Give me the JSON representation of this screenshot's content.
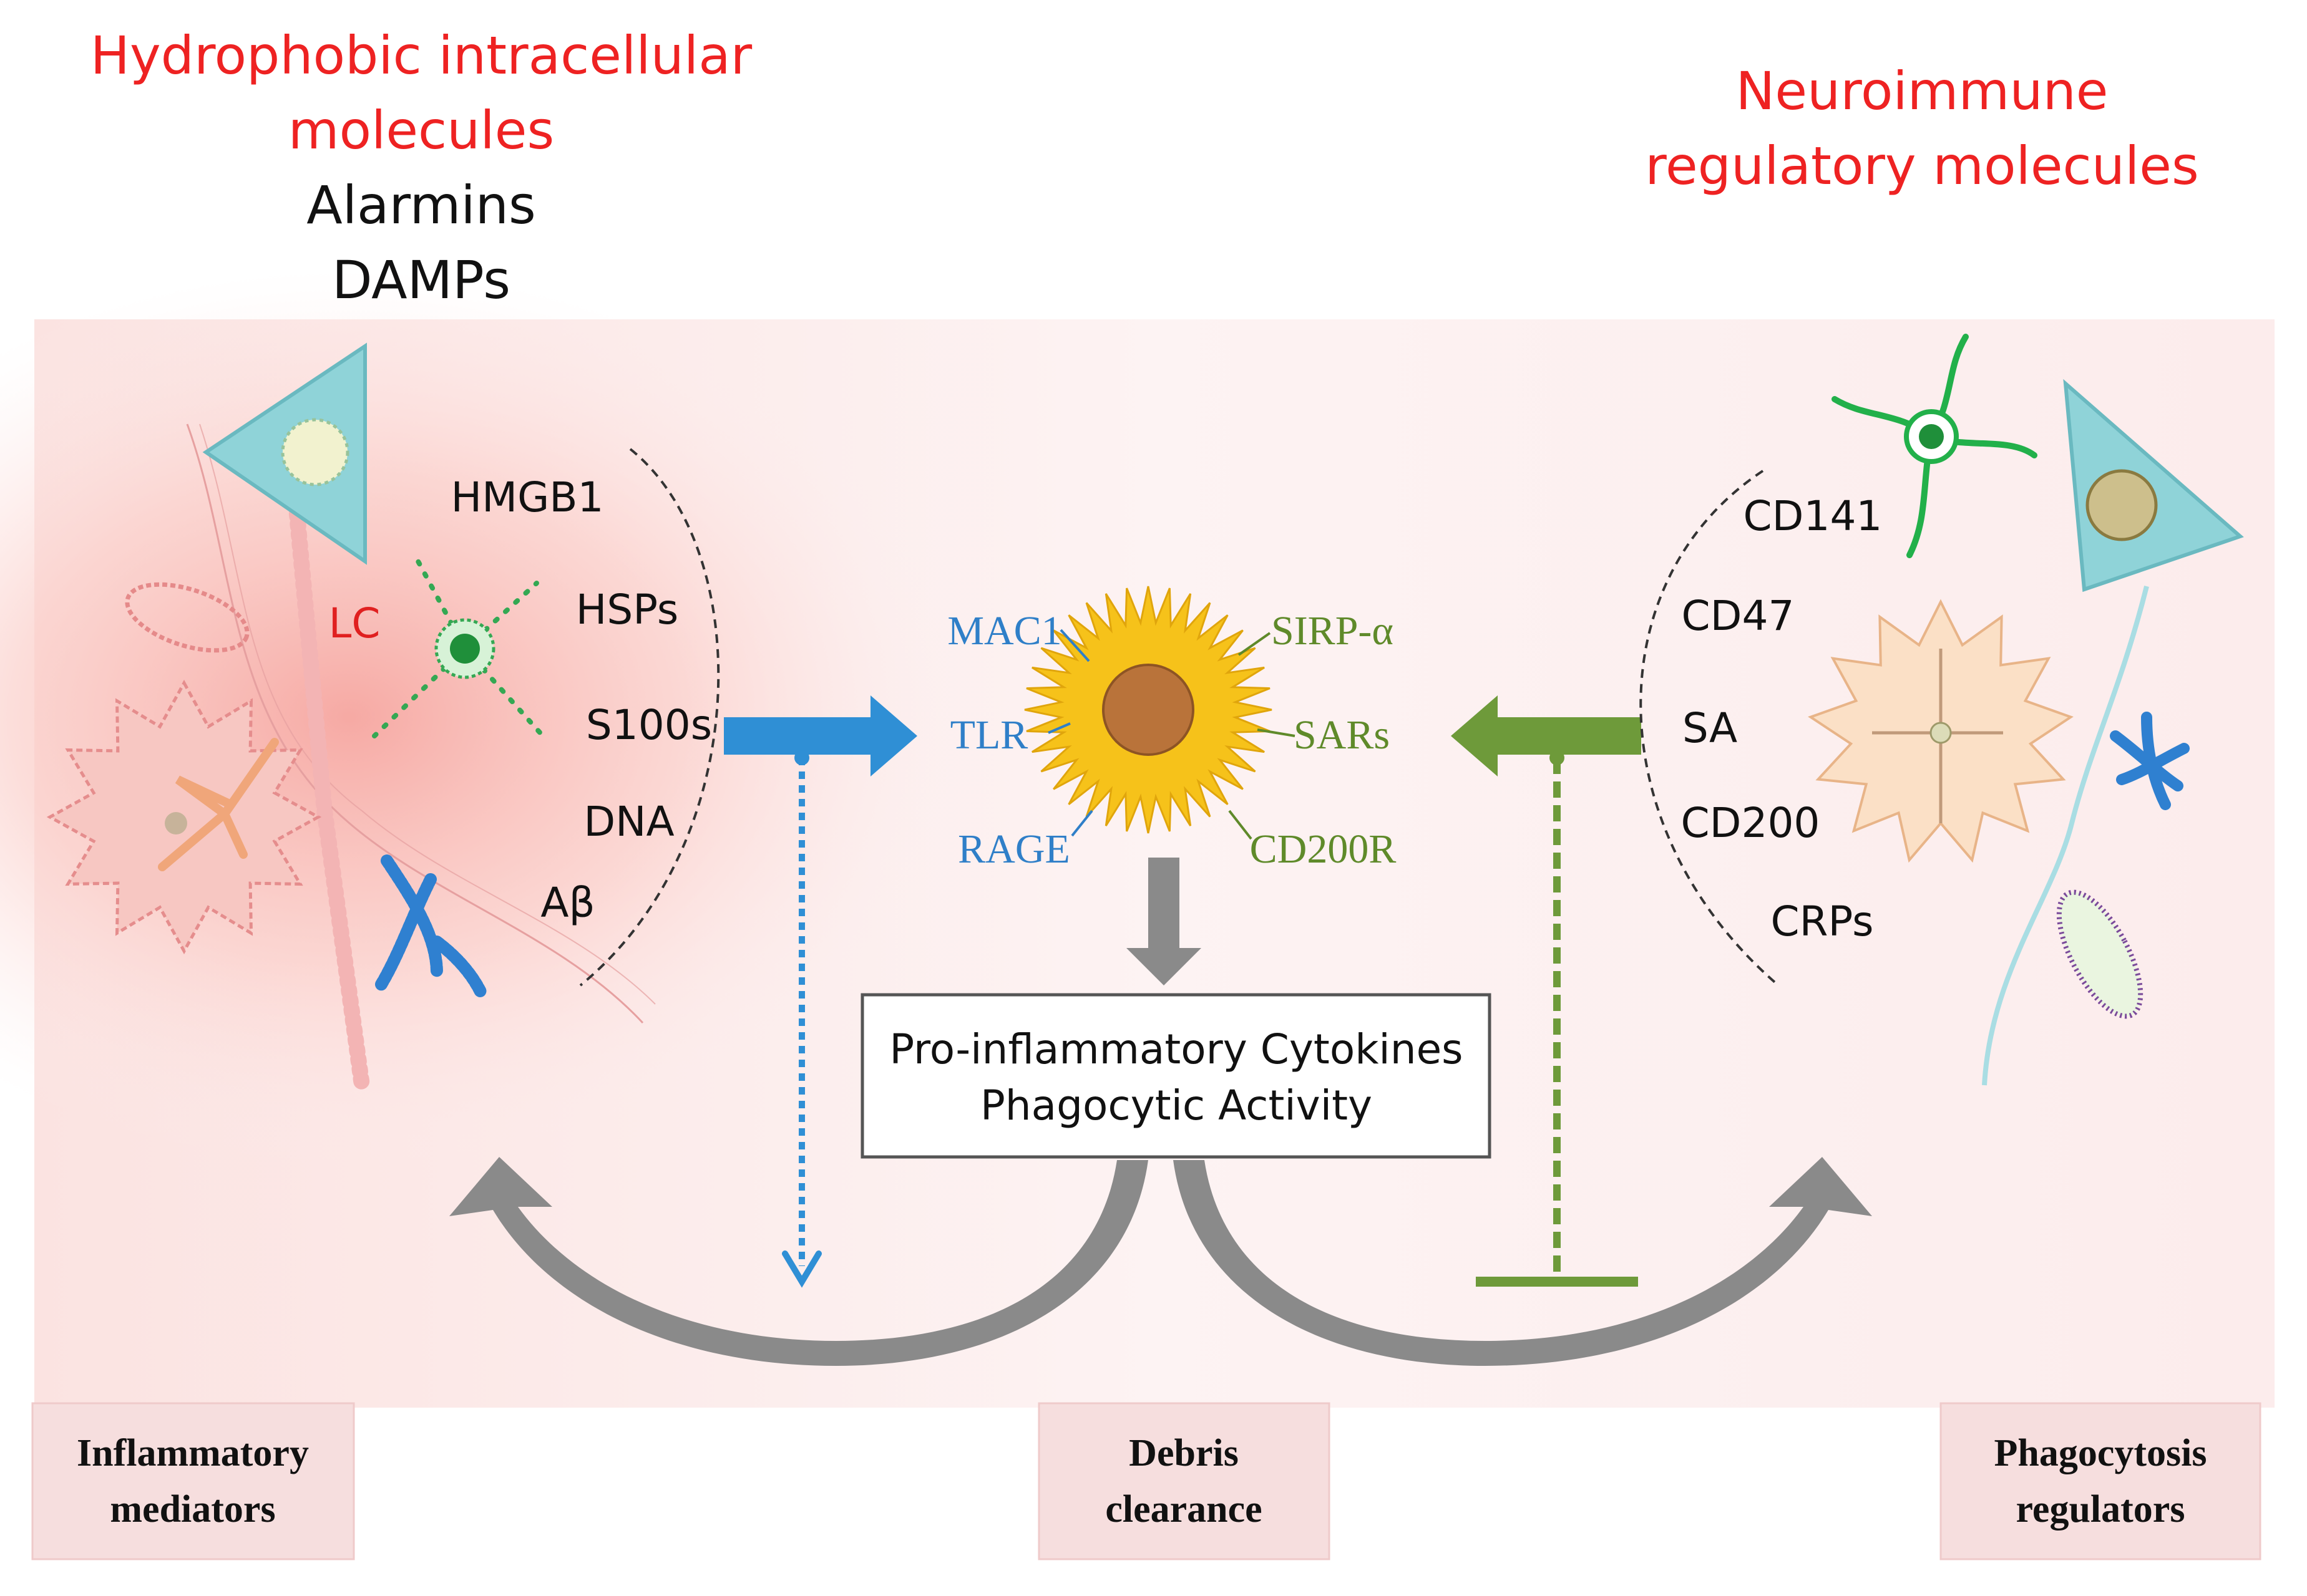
{
  "header": {
    "left_red_line1": "Hydrophobic intracellular",
    "left_red_line2": "molecules",
    "left_black_line1": "Alarmins",
    "left_black_line2": "DAMPs",
    "right_red_line1": "Neuroimmune",
    "right_red_line2": "regulatory molecules"
  },
  "left_group": {
    "cell_label": "LC",
    "items": [
      "HMGB1",
      "HSPs",
      "S100s",
      "DNA",
      "Aβ"
    ]
  },
  "right_group": {
    "items": [
      "CD141",
      "CD47",
      "SA",
      "CD200",
      "CRPs"
    ]
  },
  "microglia": {
    "receptors_left": [
      "MAC1",
      "TLR",
      "RAGE"
    ],
    "receptors_right": [
      "SIRP-α",
      "SARs",
      "CD200R"
    ]
  },
  "outcome_box": {
    "line1": "Pro-inflammatory Cytokines",
    "line2": "Phagocytic Activity"
  },
  "bottom_boxes": {
    "left_line1": "Inflammatory",
    "left_line2": "mediators",
    "center_line1": "Debris",
    "center_line2": "clearance",
    "right_line1": "Phagocytosis",
    "right_line2": "regulators"
  },
  "colors": {
    "red": "#ee2222",
    "blue_arrow": "#2f8fd5",
    "green_arrow": "#6e9a3a",
    "gray_arrow": "#8a8a8a",
    "label_blue": "#2f7fc8",
    "label_green": "#5f8a2a",
    "sun_yellow": "#f6c21a",
    "nucleus": "#b9733a",
    "neuron_cyan": "#8fd3d8",
    "box_pink": "#f6dede",
    "panel_pink": "#fcefee"
  }
}
